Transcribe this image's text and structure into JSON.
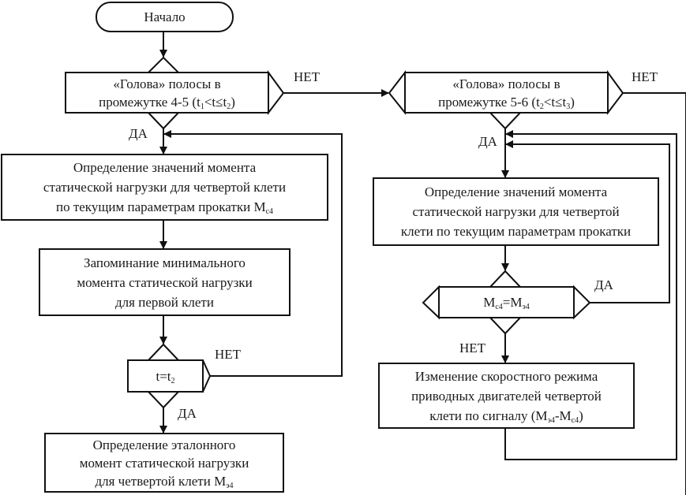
{
  "flowchart": {
    "start": {
      "label": "Начало"
    },
    "decision_head_4_5": {
      "line1": "«Голова» полосы в",
      "line2_prefix": "промежутке 4-5 (t",
      "line2_sub1": "1",
      "line2_mid": "<t≤t",
      "line2_sub2": "2",
      "line2_suffix": ")",
      "yes_label": "ДА",
      "no_label": "НЕТ"
    },
    "box_static_moment_current": {
      "line1": "Определение значений момента",
      "line2": "статической нагрузки для четвертой клети",
      "line3_prefix": "по текущим параметрам прокатки M",
      "line3_sub": "с4"
    },
    "box_remember_min": {
      "line1": "Запоминание минимального",
      "line2": "момента статической нагрузки",
      "line3": "для первой клети"
    },
    "decision_t_eq_t2": {
      "prefix": "t=t",
      "sub": "2",
      "yes_label": "ДА",
      "no_label": "НЕТ"
    },
    "box_reference_moment": {
      "line1": "Определение эталонного",
      "line2": "момент статической нагрузки",
      "line3_prefix": "для четвертой клети M",
      "line3_sub": "э4"
    },
    "decision_head_5_6": {
      "line1": "«Голова» полосы в",
      "line2_prefix": "промежутке 5-6 (t",
      "line2_sub1": "2",
      "line2_mid": "<t≤t",
      "line2_sub2": "3",
      "line2_suffix": ")",
      "yes_label": "ДА",
      "no_label": "НЕТ"
    },
    "box_static_moment_right": {
      "line1": "Определение значений момента",
      "line2": "статической нагрузки для четвертой",
      "line3": "клети по текущим параметрам прокатки"
    },
    "decision_mc4_eq_me4": {
      "a": "M",
      "a_sub": "с4",
      "eq": "=M",
      "b_sub": "э4",
      "yes_label": "ДА",
      "no_label": "НЕТ"
    },
    "box_speed_change": {
      "line1": "Изменение скоростного режима",
      "line2": "приводных двигателей четвертой",
      "line3_prefix": "клети по сигналу (M",
      "line3_sub1": "э4",
      "line3_mid": "-M",
      "line3_sub2": "с4",
      "line3_suffix": ")"
    }
  }
}
